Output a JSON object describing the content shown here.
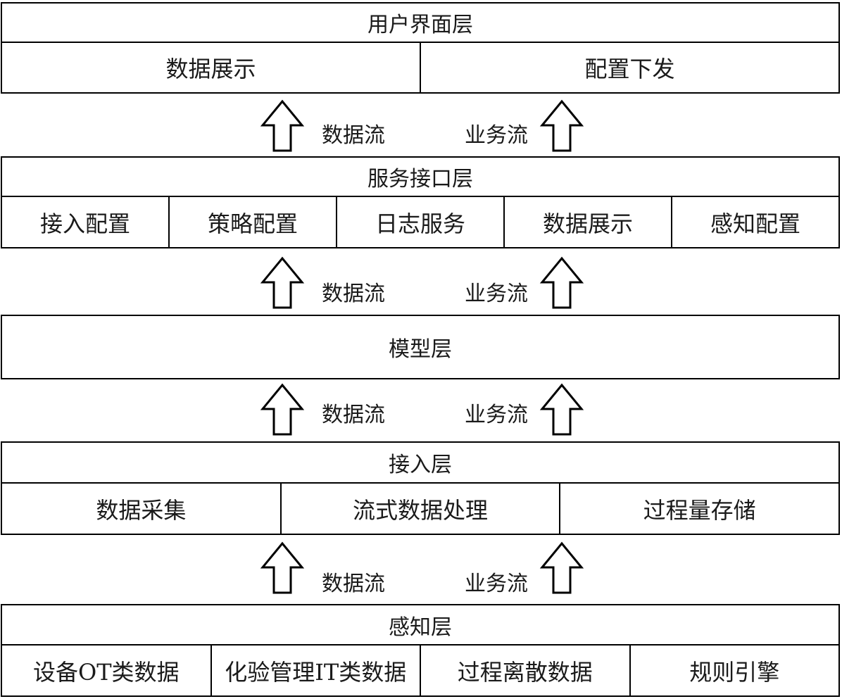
{
  "layers": [
    {
      "title": "用户界面层",
      "items": [
        "数据展示",
        "配置下发"
      ]
    },
    {
      "title": "服务接口层",
      "items": [
        "接入配置",
        "策略配置",
        "日志服务",
        "数据展示",
        "感知配置"
      ]
    },
    {
      "title": "模型层",
      "items": []
    },
    {
      "title": "接入层",
      "items": [
        "数据采集",
        "流式数据处理",
        "过程量存储"
      ]
    },
    {
      "title": "感知层",
      "items": [
        "设备OT类数据",
        "化验管理IT类数据",
        "过程离散数据",
        "规则引擎"
      ]
    }
  ],
  "flows": [
    {
      "left": "数据流",
      "right": "业务流"
    },
    {
      "left": "数据流",
      "right": "业务流"
    },
    {
      "left": "数据流",
      "right": "业务流"
    },
    {
      "left": "数据流",
      "right": "业务流"
    }
  ]
}
